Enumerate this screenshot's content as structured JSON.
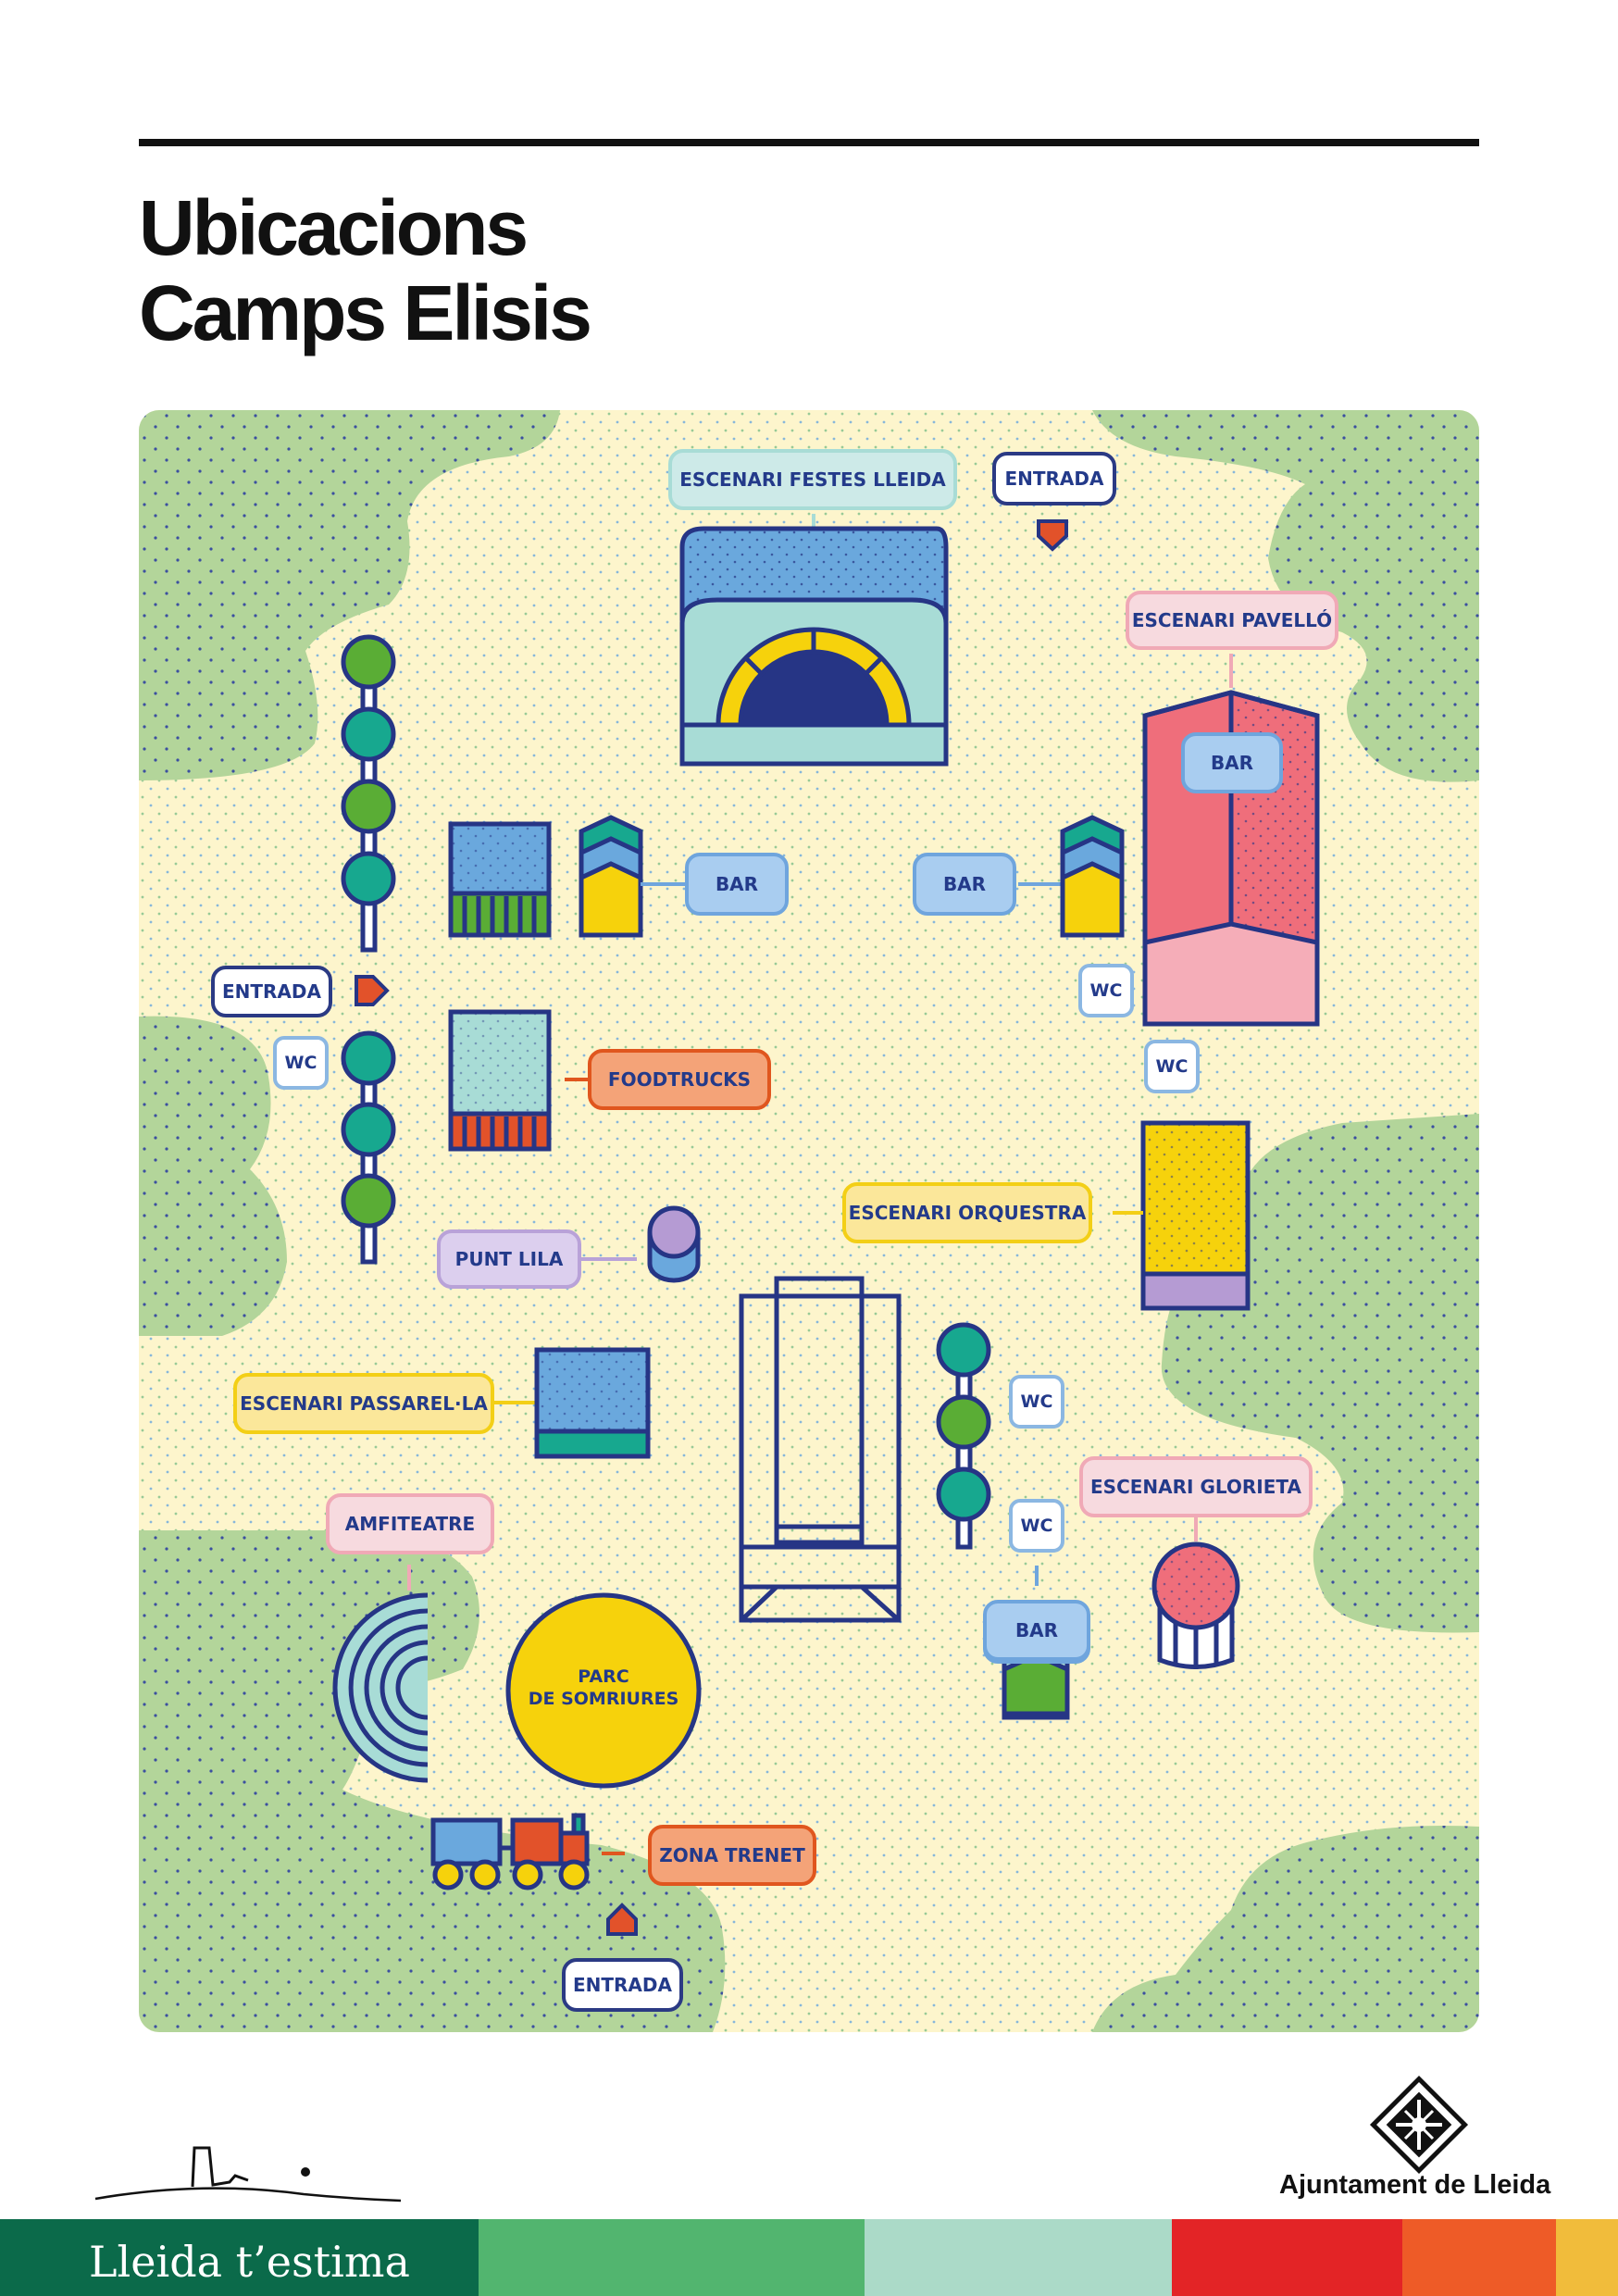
{
  "header": {
    "title_line1": "Ubicacions",
    "title_line2": "Camps Elisis"
  },
  "map": {
    "labels": {
      "escenari_festes_lleida": "ESCENARI FESTES LLEIDA",
      "entrada_top": "ENTRADA",
      "escenari_pavello": "ESCENARI PAVELLÓ",
      "bar_pavello": "BAR",
      "bar_left": "BAR",
      "bar_center": "BAR",
      "entrada_left": "ENTRADA",
      "wc_left": "WC",
      "wc_right_1": "WC",
      "wc_right_2": "WC",
      "foodtrucks": "FOODTRUCKS",
      "escenari_orquestra": "ESCENARI ORQUESTRA",
      "punt_lila": "PUNT LILA",
      "escenari_passarella": "ESCENARI PASSAREL·LA",
      "wc_center_1": "WC",
      "wc_center_2": "WC",
      "escenari_glorieta": "ESCENARI GLORIETA",
      "amfiteatre": "AMFITEATRE",
      "parc_line1": "PARC",
      "parc_line2": "DE SOMRIURES",
      "bar_bottom": "BAR",
      "zona_trenet": "ZONA TRENET",
      "entrada_bottom": "ENTRADA"
    }
  },
  "footer": {
    "brand": "Lleida t’estima",
    "institution": "Ajuntament de Lleida"
  },
  "colors": {
    "navy": "#263585",
    "park_green": "#b3d59a",
    "path_cream": "#fdf5cc",
    "tree_green": "#5aad35",
    "tree_teal": "#17a88f",
    "stage_blue": "#6aa8dd",
    "yellow": "#f6d20c",
    "pink": "#ef6e7b",
    "brand_green_dark": "#0b6a4a",
    "brand_green": "#52b56f",
    "brand_mint": "#abdac8",
    "brand_red": "#e32426",
    "brand_orange": "#ee5b27",
    "brand_yellow": "#f1bc3b"
  }
}
